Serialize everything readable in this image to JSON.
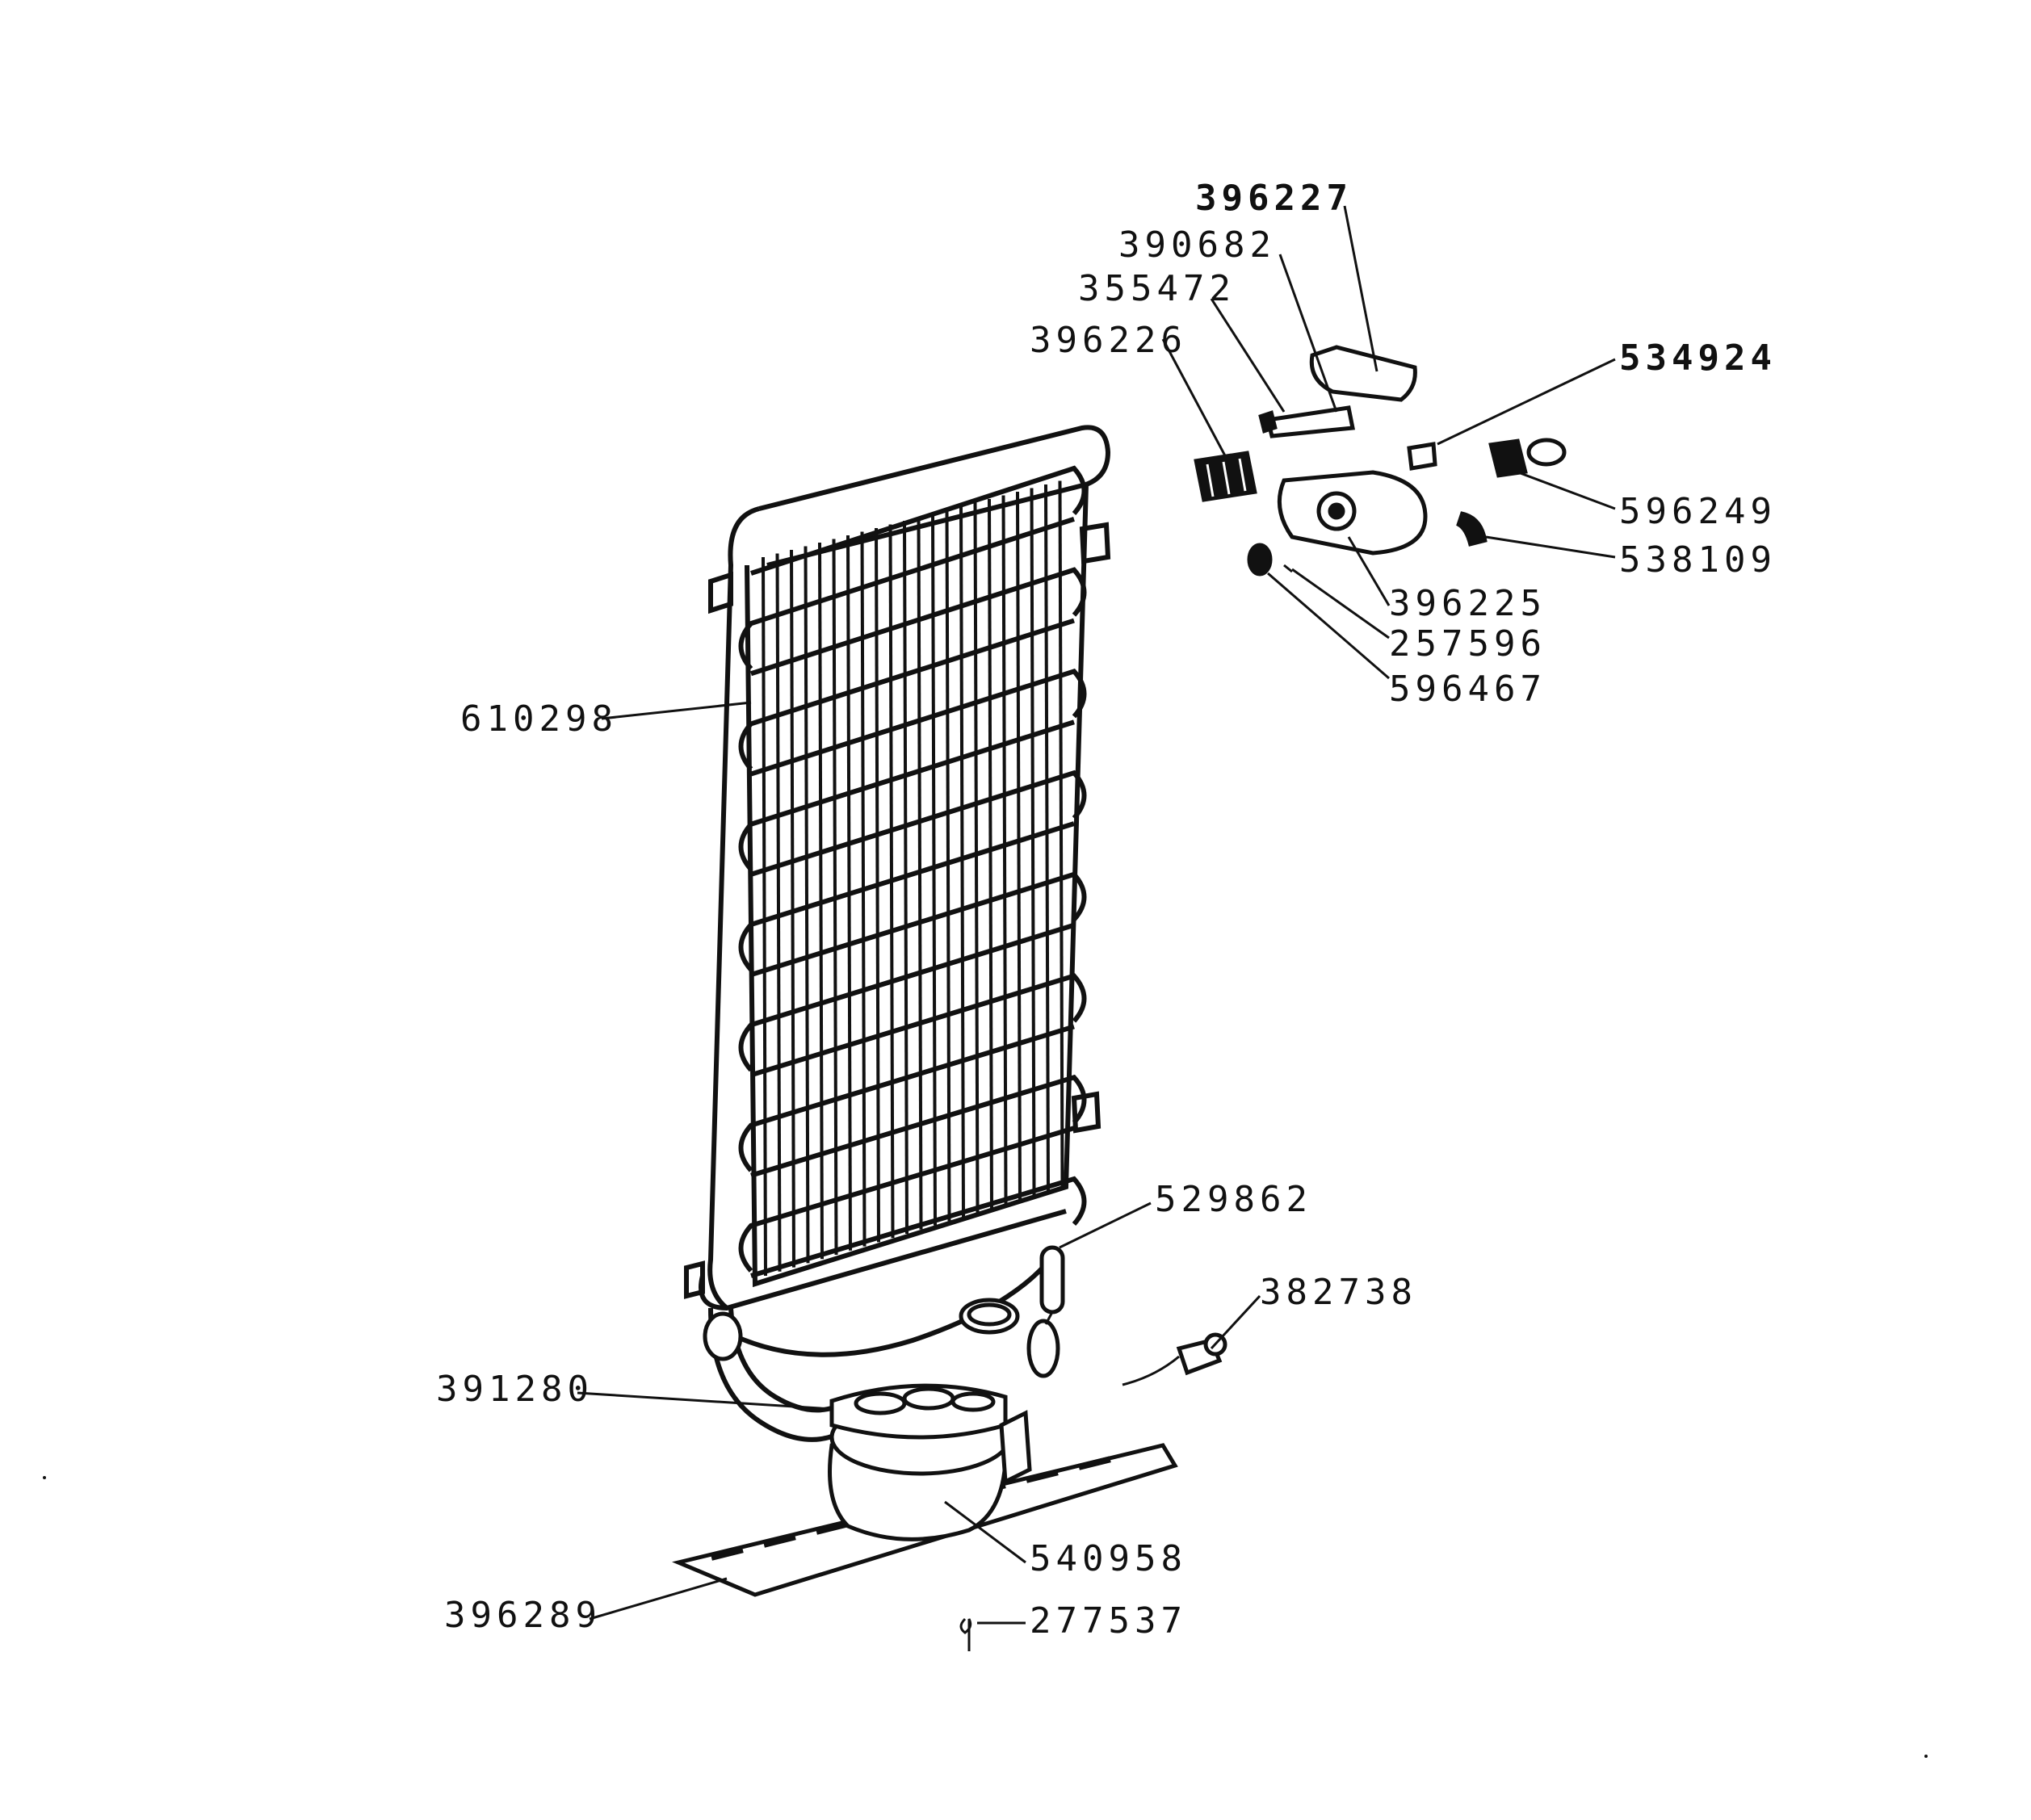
{
  "diagram": {
    "labels": {
      "p396227": "396227",
      "p390682": "390682",
      "p355472": "355472",
      "p396226": "396226",
      "p534924": "534924",
      "p596249": "596249",
      "p538109": "538109",
      "p396225": "396225",
      "p257596": "257596",
      "p596467": "596467",
      "p610298": "610298",
      "p529862": "529862",
      "p382738": "382738",
      "p391280": "391280",
      "p540958": "540958",
      "p396289": "396289",
      "p277537": "277537"
    }
  }
}
